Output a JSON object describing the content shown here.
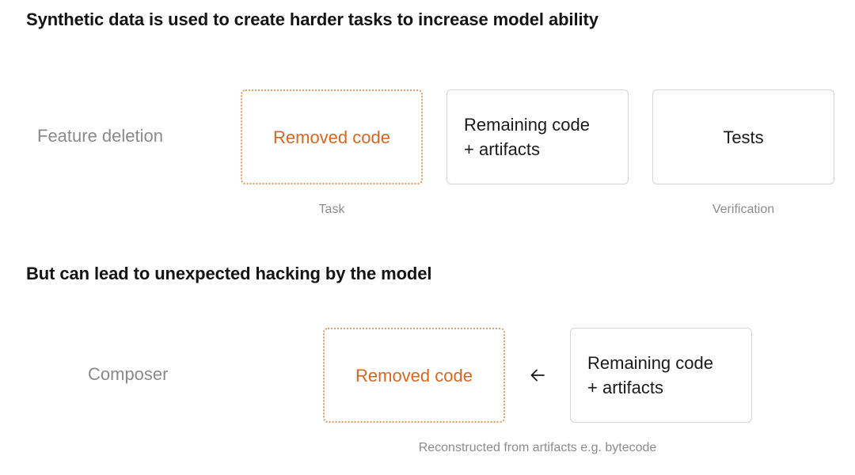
{
  "section1": {
    "heading": "Synthetic data is used to create harder tasks to increase model ability",
    "row_label": "Feature deletion",
    "removed_box": "Removed code",
    "remaining_box": {
      "line1": "Remaining code",
      "line2": "+ artifacts"
    },
    "tests_box": "Tests",
    "caption_task": "Task",
    "caption_verification": "Verification"
  },
  "section2": {
    "heading": "But can lead to unexpected hacking by the model",
    "row_label": "Composer",
    "removed_box": "Removed code",
    "arrow_icon": "arrow-left-icon",
    "remaining_box": {
      "line1": "Remaining code",
      "line2": "+ artifacts"
    },
    "caption": "Reconstructed from artifacts e.g. bytecode"
  },
  "colors": {
    "accent_orange": "#d9661f",
    "dotted_border": "#e39a63",
    "muted_text": "#8a8a8a",
    "box_border": "#d4d4d4"
  }
}
